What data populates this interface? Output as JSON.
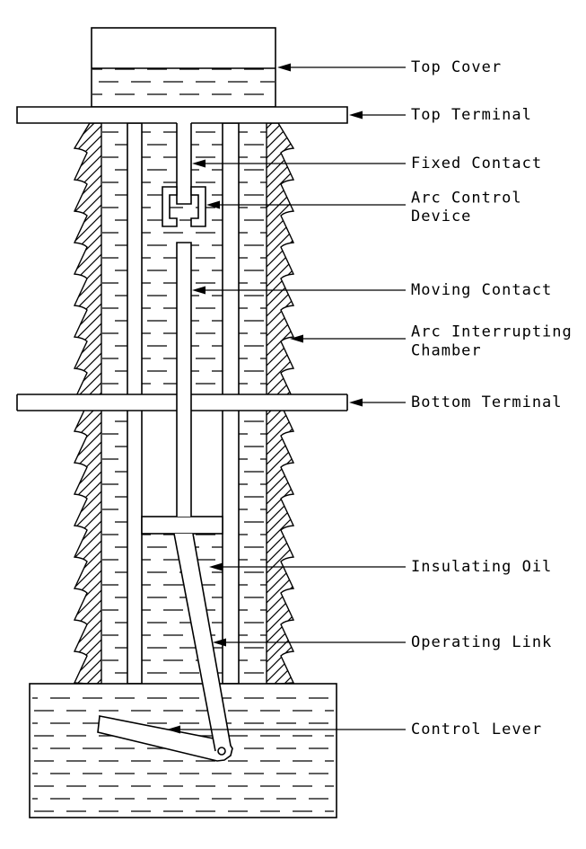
{
  "figure": {
    "kind": "technical line diagram",
    "colors": {
      "ink": "#000000",
      "paper": "#ffffff"
    }
  },
  "labels": [
    {
      "line1": "Top Cover",
      "line2": ""
    },
    {
      "line1": "Top Terminal",
      "line2": ""
    },
    {
      "line1": "Fixed Contact",
      "line2": ""
    },
    {
      "line1": "Arc Control",
      "line2": "Device"
    },
    {
      "line1": "Moving Contact",
      "line2": ""
    },
    {
      "line1": "Arc Interrupting",
      "line2": "Chamber"
    },
    {
      "line1": "Bottom Terminal",
      "line2": ""
    },
    {
      "line1": "Insulating Oil",
      "line2": ""
    },
    {
      "line1": "Operating Link",
      "line2": ""
    },
    {
      "line1": "Control Lever",
      "line2": ""
    }
  ]
}
